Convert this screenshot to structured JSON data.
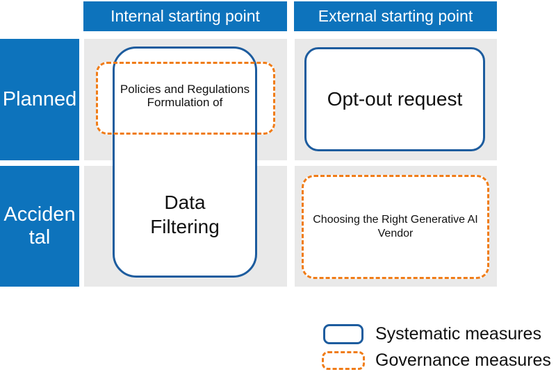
{
  "diagram": {
    "col_headers": [
      "Internal starting point",
      "External starting point"
    ],
    "row_headers": [
      {
        "label": "Planned",
        "display_lines": [
          "Planned"
        ]
      },
      {
        "label": "Accidental",
        "display_lines": [
          "Acciden",
          "tal"
        ]
      }
    ]
  },
  "boxes": {
    "policies": {
      "lines": [
        "Policies and Regulations",
        "Formulation of"
      ],
      "measure_type": "Governance measures",
      "quadrant": "Planned / Internal starting point"
    },
    "data_filtering": {
      "lines": [
        "Data",
        "Filtering"
      ],
      "measure_type": "Systematic measures",
      "quadrant": "Internal starting point (spans Planned and Accidental)"
    },
    "opt_out": {
      "label": "Opt-out request",
      "measure_type": "Systematic measures",
      "quadrant": "Planned / External starting point"
    },
    "vendor": {
      "lines": [
        "Choosing the Right Generative AI",
        "Vendor"
      ],
      "measure_type": "Governance measures",
      "quadrant": "Accidental / External starting point"
    }
  },
  "legend": {
    "systematic_label": "Systematic measures",
    "governance_label": "Governance measures"
  },
  "colors": {
    "header_blue": "#0d73bc",
    "systematic_border_blue": "#1d5c9e",
    "governance_border_orange": "#f07c17",
    "cell_background_gray": "#e9e9e9",
    "header_text": "#ffffff",
    "body_text": "#111111"
  }
}
